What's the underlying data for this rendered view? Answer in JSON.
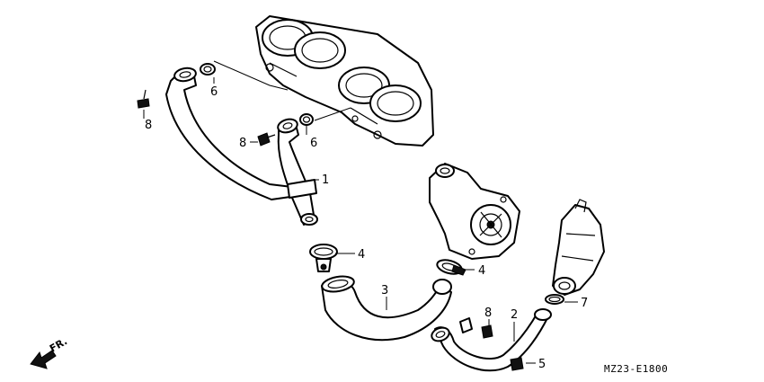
{
  "diagram": {
    "drawing_code": "MZ23-E1800",
    "front_marker": "FR.",
    "callouts": [
      {
        "id": "c1",
        "label": "1",
        "part": "water-hose-joint"
      },
      {
        "id": "c2",
        "label": "2",
        "part": "water-pipe"
      },
      {
        "id": "c3",
        "label": "3",
        "part": "water-hose"
      },
      {
        "id": "c4a",
        "label": "4",
        "part": "hose-clamp"
      },
      {
        "id": "c4b",
        "label": "4",
        "part": "hose-clamp"
      },
      {
        "id": "c5",
        "label": "5",
        "part": "flange-bolt"
      },
      {
        "id": "c6a",
        "label": "6",
        "part": "o-ring"
      },
      {
        "id": "c6b",
        "label": "6",
        "part": "o-ring"
      },
      {
        "id": "c7",
        "label": "7",
        "part": "o-ring"
      },
      {
        "id": "c8a",
        "label": "8",
        "part": "flange-bolt"
      },
      {
        "id": "c8b",
        "label": "8",
        "part": "flange-bolt"
      },
      {
        "id": "c8c",
        "label": "8",
        "part": "flange-bolt"
      }
    ]
  }
}
